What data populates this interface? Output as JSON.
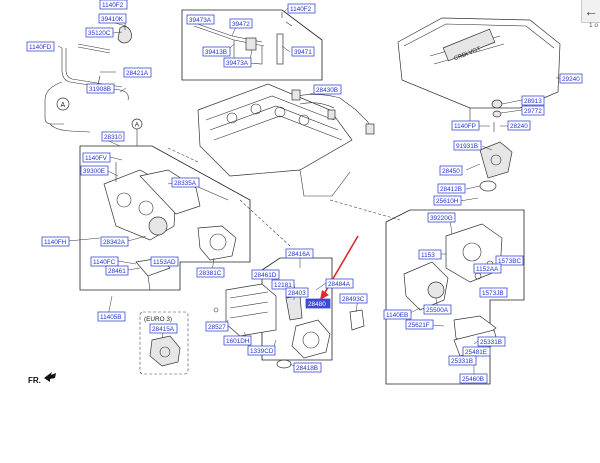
{
  "viewer": {
    "back_glyph": "←",
    "page_indicator": "1 o"
  },
  "diagram": {
    "inset_a_marker": "A",
    "euro_label": "(EURO 3)",
    "front_marker": "FR.",
    "highlight_color": "#3b4bd6",
    "arrow_color": "#e0292c",
    "cover_text": "CRDi VGT"
  },
  "labels": {
    "l_1140f2_top": "1140F2",
    "l_39410k": "39410K",
    "l_35120c": "35120C",
    "l_1140fd": "1140FD",
    "l_28421a": "28421A",
    "l_31908b": "31908B",
    "l_39473a": "39473A",
    "l_39472": "39472",
    "l_39413b": "39413B",
    "l_39473a_2": "39473A",
    "l_39471": "39471",
    "l_1140f2_mid": "1140F2",
    "l_28430b": "28430B",
    "l_29240": "29240",
    "l_28913": "28913",
    "l_29772": "29772",
    "l_1140fp": "1140FP",
    "l_28240": "28240",
    "l_91931b": "91931B",
    "l_28310": "28310",
    "l_1140fv": "1140FV",
    "l_39300e": "39300E",
    "l_28335a": "28335A",
    "l_28450": "28450",
    "l_28412b": "28412B",
    "l_25610h": "25610H",
    "l_39220g": "39220G",
    "l_1140fh": "1140FH",
    "l_28342a": "28342A",
    "l_1140fc": "1140FC",
    "l_28461": "28461",
    "l_1153ad": "1153AD",
    "l_28381c": "28381C",
    "l_28416a": "28416A",
    "l_28461d": "28461D",
    "l_28484a": "28484A",
    "l_12181": "12181",
    "l_28403": "28403",
    "l_28493c": "28493C",
    "l_28480_hl": "28480",
    "l_1153": "1153",
    "l_1573bc": "1573BC",
    "l_1152aa": "1152AA",
    "l_1573jb": "1573JB",
    "l_11405b": "11405B",
    "l_28415a": "28415A",
    "l_28527": "28527",
    "l_1601dh": "1601DH",
    "l_1339cd": "1339CD",
    "l_28418b": "28418B",
    "l_25500a": "25500A",
    "l_1140eb": "1140EB",
    "l_25621f": "25621F",
    "l_25331b": "25331B",
    "l_25481e": "25481E",
    "l_25331b_2": "25331B",
    "l_25460b": "25460B"
  }
}
